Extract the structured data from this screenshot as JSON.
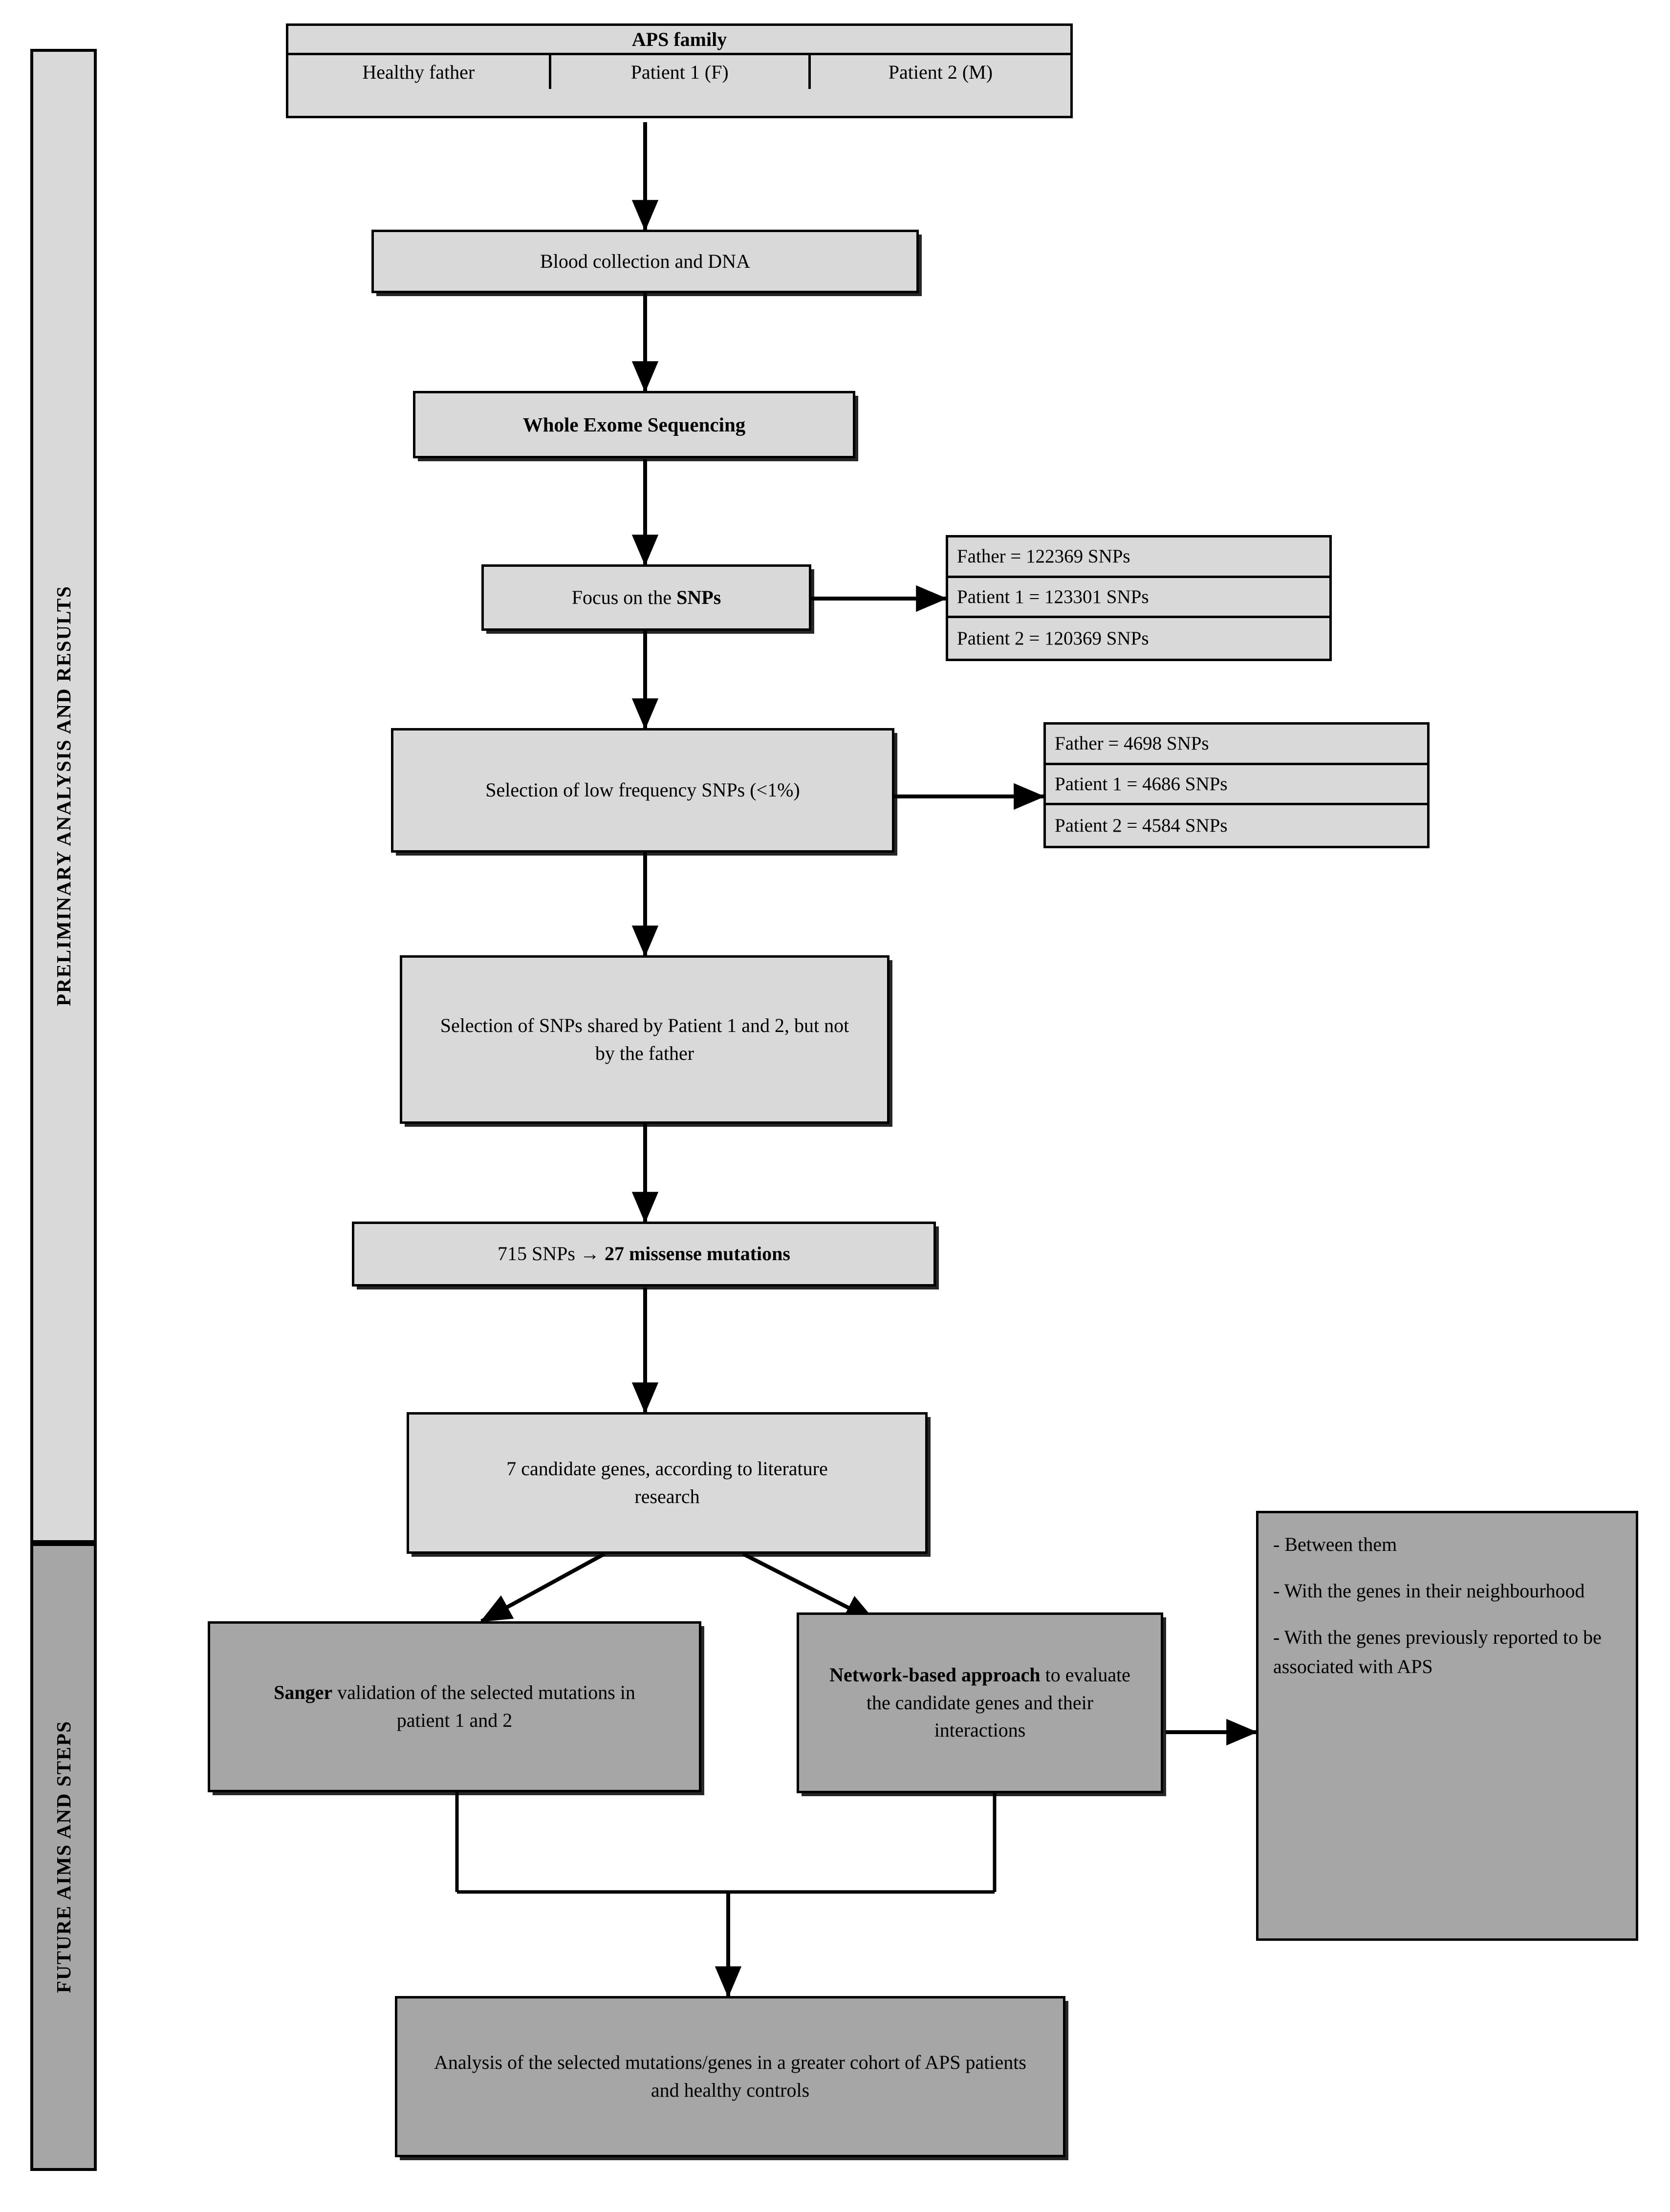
{
  "sidebar": {
    "sections": [
      {
        "label": "PRELIMINARY ANALYSIS AND RESULTS",
        "tone": "light"
      },
      {
        "label": "FUTURE AIMS AND STEPS",
        "tone": "dark"
      }
    ]
  },
  "family": {
    "title": "APS family",
    "members": [
      "Healthy father",
      "Patient 1 (F)",
      "Patient 2 (M)"
    ]
  },
  "flow": {
    "blood": "Blood collection and DNA",
    "wes": "Whole Exome Sequencing",
    "focus_pre": "Focus on the ",
    "focus_bold": "SNPs",
    "lowfreq": "Selection of low frequency SNPs (<1%)",
    "shared": "Selection of SNPs shared by Patient 1 and 2, but not by the father",
    "missense_pre": "715 SNPs ",
    "missense_arrow": "→",
    "missense_bold": "27 missense mutations",
    "candidates": "7 candidate genes, according to literature research",
    "sanger_bold": "Sanger",
    "sanger_rest": " validation of the selected mutations in patient 1 and 2",
    "network_bold": "Network-based approach",
    "network_rest": " to evaluate the candidate genes and their interactions",
    "cohort": "Analysis of the selected mutations/genes in a greater cohort of APS patients and healthy controls"
  },
  "snps_total": {
    "rows": [
      "Father = 122369 SNPs",
      "Patient 1 = 123301 SNPs",
      "Patient 2 = 120369 SNPs"
    ]
  },
  "snps_lowfreq": {
    "rows": [
      "Father = 4698 SNPs",
      "Patient 1 = 4686 SNPs",
      "Patient 2 = 4584 SNPs"
    ]
  },
  "interactions": {
    "items": [
      "- Between them",
      "- With the genes in their neighbourhood",
      "- With the genes previously reported to be associated with APS"
    ]
  },
  "colors": {
    "light_fill": "#d9d9d9",
    "dark_fill": "#a6a6a6",
    "stroke": "#000000",
    "page": "#ffffff"
  }
}
